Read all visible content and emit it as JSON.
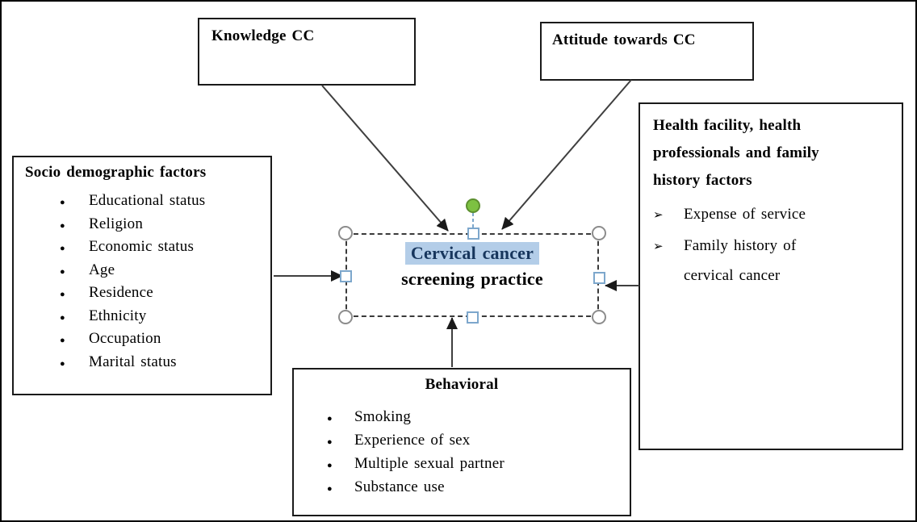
{
  "diagram": {
    "knowledge_box": {
      "title": "Knowledge CC"
    },
    "attitude_box": {
      "title": "Attitude towards CC"
    },
    "socio_box": {
      "title": "Socio demographic factors",
      "items": [
        "Educational status",
        "Religion",
        "Economic status",
        "Age",
        "Residence",
        "Ethnicity",
        "Occupation",
        "Marital status"
      ]
    },
    "health_box": {
      "title_lines": [
        "Health facility, health",
        "professionals and family",
        "history factors"
      ],
      "items": [
        "Expense of service",
        "Family history of cervical cancer"
      ]
    },
    "behavioral_box": {
      "title": "Behavioral",
      "items": [
        "Smoking",
        "Experience of sex",
        "Multiple sexual partner",
        "Substance use"
      ]
    },
    "center_box": {
      "line1": "Cervical cancer",
      "line2": "screening practice"
    }
  },
  "icons": {
    "bullet": "●",
    "arrow_bullet": "➢"
  },
  "colors": {
    "box_border": "#1a1a1a",
    "arrow": "#3f3f3f",
    "center_line1_text": "#17365d",
    "center_line1_highlight": "#b3cde8",
    "rotate_handle_green": "#7dc142",
    "rotate_handle_green_border": "#5c8f2f",
    "selection_square_blue": "#7da7cc",
    "corner_handle_gray": "#8c8c8c"
  }
}
